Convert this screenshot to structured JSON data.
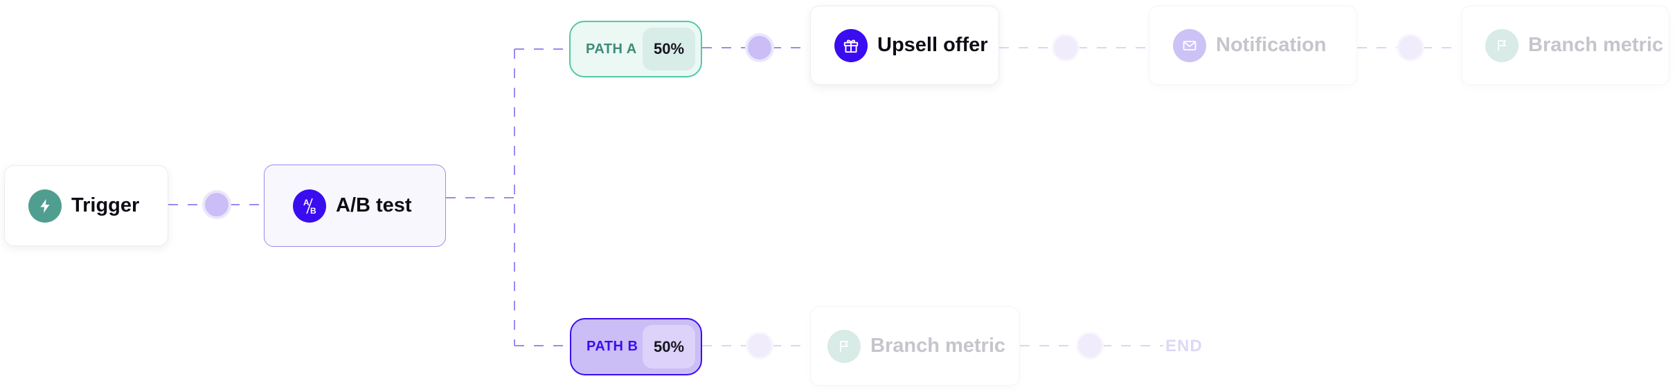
{
  "nodes": {
    "trigger": {
      "label": "Trigger",
      "icon": "lightning-icon"
    },
    "ab_test": {
      "label": "A/B test",
      "icon": "ab-split-icon",
      "icon_text_a": "A",
      "icon_text_b": "B"
    },
    "upsell": {
      "label": "Upsell offer",
      "icon": "gift-icon"
    },
    "notification": {
      "label": "Notification",
      "icon": "mail-icon"
    },
    "branch_metric_a": {
      "label": "Branch metric",
      "icon": "flag-icon"
    },
    "branch_metric_b": {
      "label": "Branch metric",
      "icon": "flag-icon"
    }
  },
  "paths": {
    "a": {
      "label": "PATH A",
      "percent": "50%"
    },
    "b": {
      "label": "PATH B",
      "percent": "50%"
    }
  },
  "end": {
    "label": "END"
  },
  "colors": {
    "connector": "#9d88f0",
    "connector_faint": "#dcd5f7",
    "accent_blue": "#3a0cf0",
    "teal": "#4f9e90",
    "lavender": "#cbbdf6"
  }
}
